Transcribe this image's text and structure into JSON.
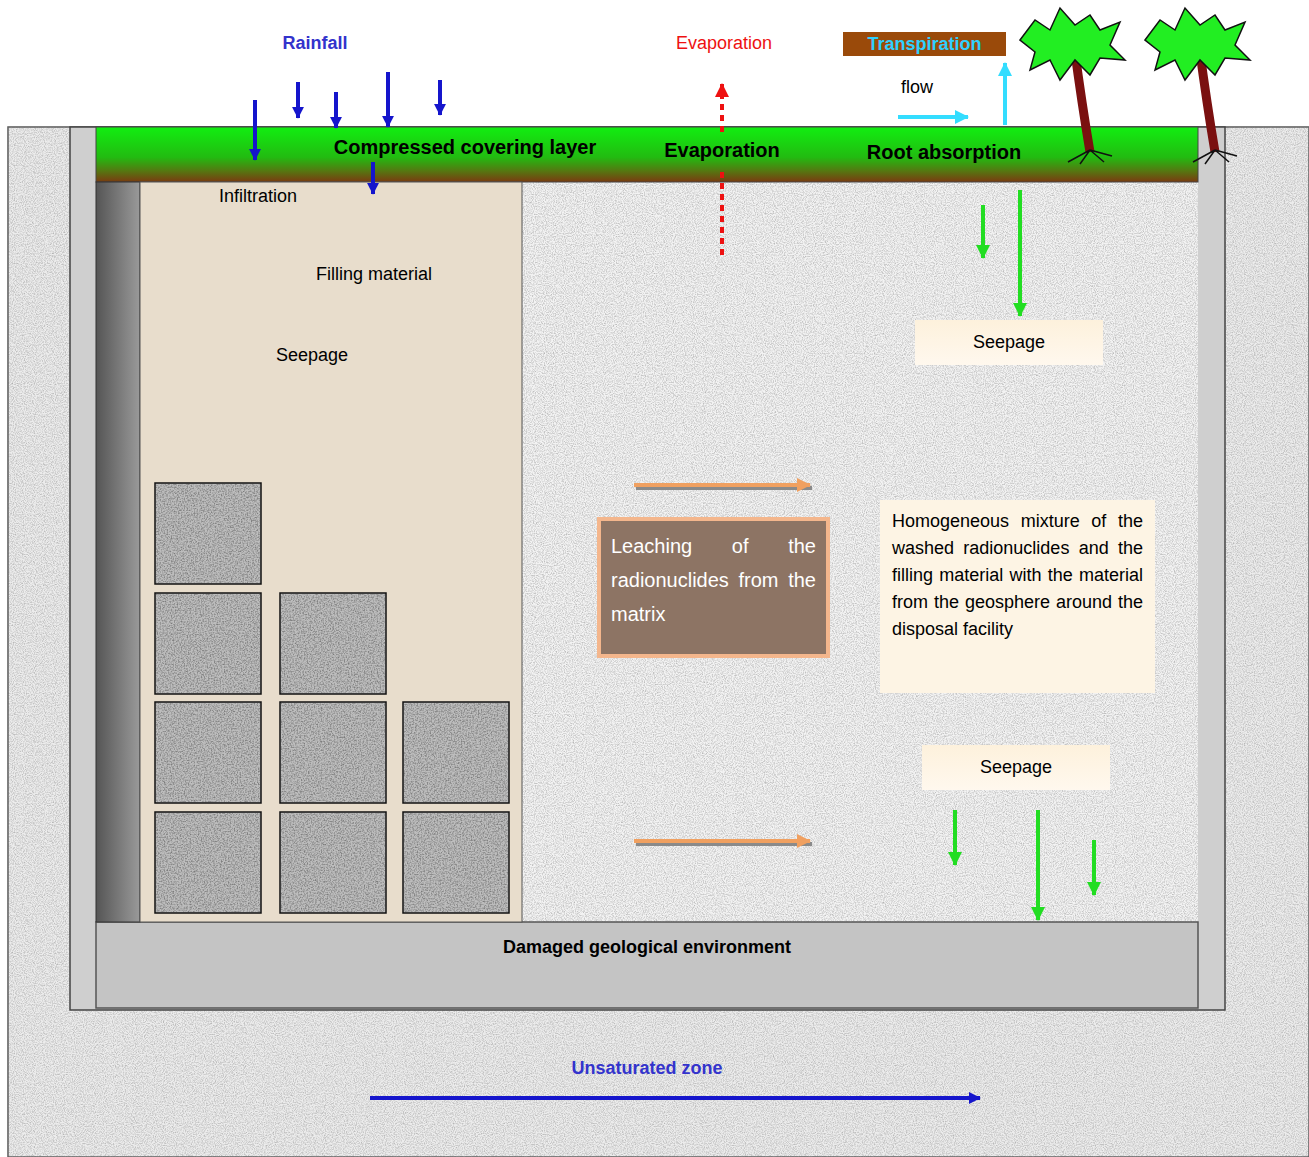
{
  "diagram": {
    "nodes": [
      {
        "text": [
          "Transpiration"
        ]
      },
      {
        "text": [
          "Compressed covering layer",
          "Evaporation",
          "Root absorption"
        ]
      },
      {
        "text": [
          "Infiltration",
          "Filling material",
          "Seepage"
        ]
      },
      {
        "text": [
          "Seepage"
        ]
      },
      {
        "text": [
          "Leaching of the radionuclides from the matrix"
        ]
      },
      {
        "text": [
          "Homogeneous mixture of the washed radionuclides and the filling material with the material from the geosphere around the disposal facility"
        ]
      },
      {
        "text": [
          "Seepage"
        ]
      },
      {
        "text": [
          "Damaged geological environment"
        ]
      }
    ],
    "edges": [
      {
        "from": 1,
        "to": 3,
        "arrow": "to"
      },
      {
        "from": 6,
        "to": 7,
        "arrow": "to"
      }
    ],
    "labels": [
      "Rainfall",
      "Evaporation",
      "flow",
      "Unsaturated zone"
    ]
  }
}
